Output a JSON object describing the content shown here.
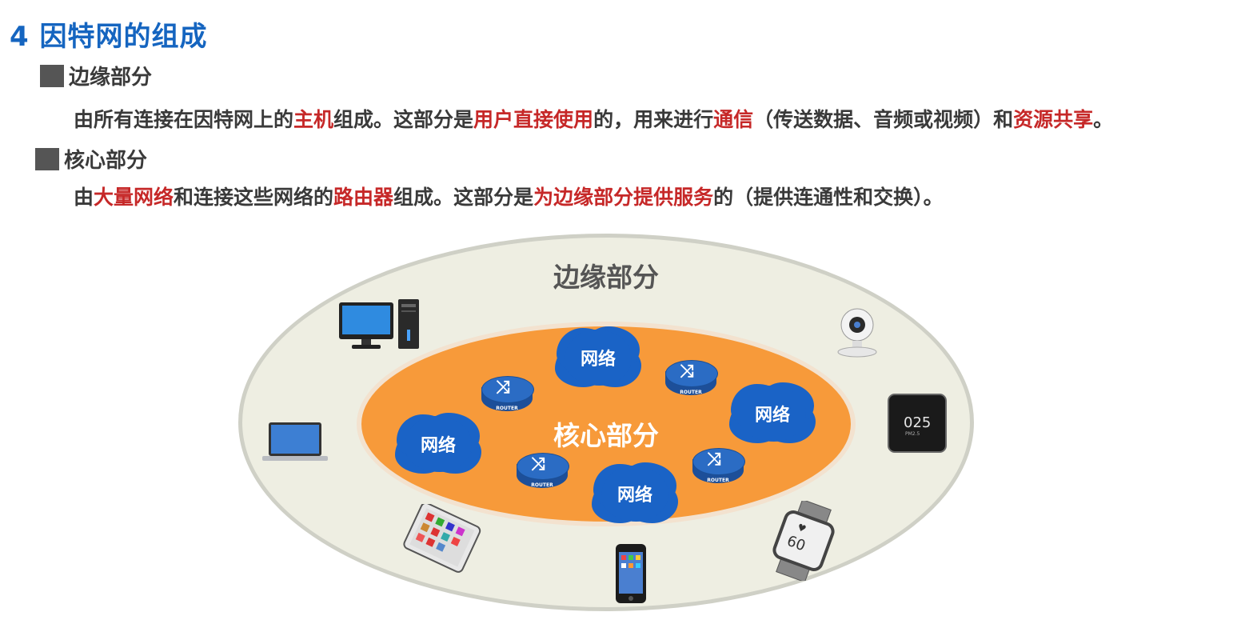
{
  "title": "4 因特网的组成",
  "sections": [
    {
      "heading": "边缘部分",
      "text_parts": [
        {
          "t": "由所有连接在因特网上的",
          "hl": false
        },
        {
          "t": "主机",
          "hl": true
        },
        {
          "t": "组成。这部分是",
          "hl": false
        },
        {
          "t": "用户直接使用",
          "hl": true
        },
        {
          "t": "的，用来进行",
          "hl": false
        },
        {
          "t": "通信",
          "hl": true
        },
        {
          "t": "（传送数据、音频或视频）和",
          "hl": false
        },
        {
          "t": "资源共享",
          "hl": true
        },
        {
          "t": "。",
          "hl": false
        }
      ]
    },
    {
      "heading": "核心部分",
      "text_parts": [
        {
          "t": "由",
          "hl": false
        },
        {
          "t": "大量网络",
          "hl": true
        },
        {
          "t": "和连接这些网络的",
          "hl": false
        },
        {
          "t": "路由器",
          "hl": true
        },
        {
          "t": "组成。这部分是",
          "hl": false
        },
        {
          "t": "为边缘部分提供服务",
          "hl": true
        },
        {
          "t": "的（提供连通性和交换）。",
          "hl": false
        }
      ]
    }
  ],
  "diagram": {
    "edge_label": "边缘部分",
    "core_label": "核心部分",
    "network_label": "网络",
    "router_label": "ROUTER",
    "sensor_reading": "025",
    "sensor_sub": "PM2.5",
    "watch_reading": "60"
  },
  "colors": {
    "title": "#1565c0",
    "highlight": "#c62828",
    "outer_ring": "#eeeee0",
    "core": "#f79a3a",
    "network": "#1a63c6",
    "router": "#2b6cc4"
  }
}
